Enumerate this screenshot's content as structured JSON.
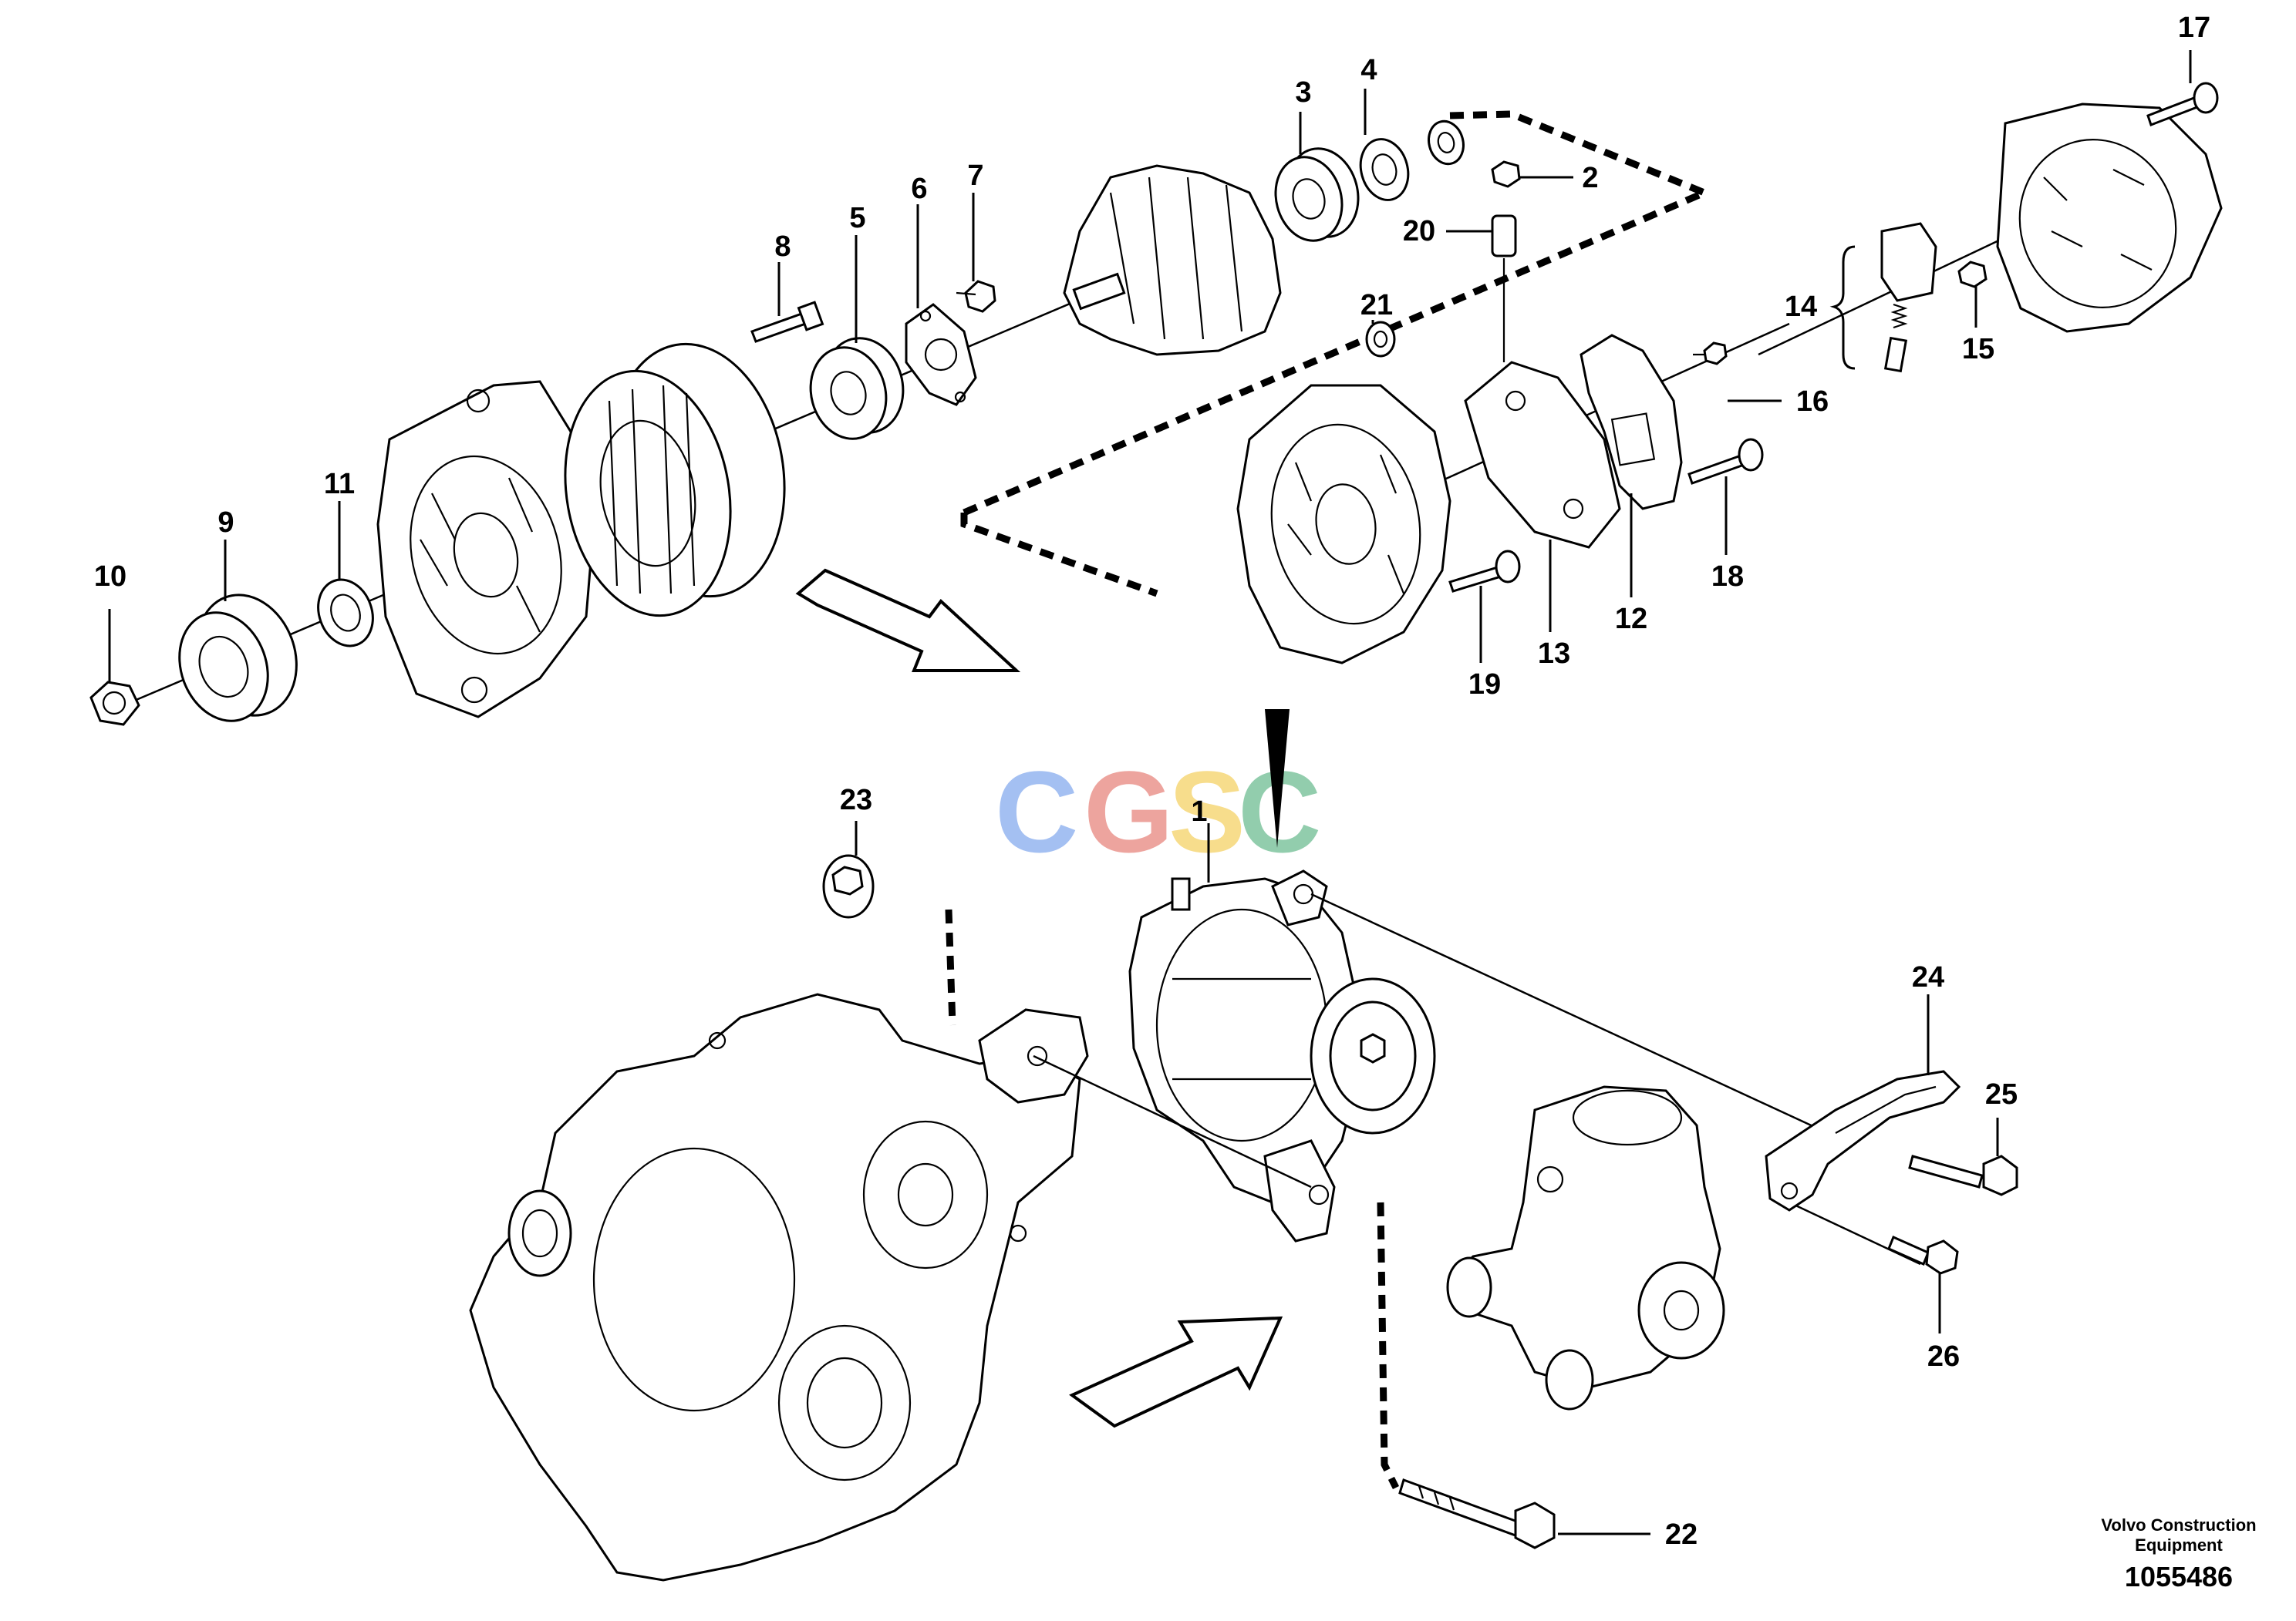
{
  "watermark": {
    "letters": [
      "C",
      "G",
      "S",
      "C"
    ],
    "colors": [
      "#5b8de8",
      "#e05a4f",
      "#f2c230",
      "#3aa66b"
    ]
  },
  "callouts": [
    "1",
    "2",
    "3",
    "4",
    "5",
    "6",
    "7",
    "8",
    "9",
    "10",
    "11",
    "12",
    "13",
    "14",
    "15",
    "16",
    "17",
    "18",
    "19",
    "20",
    "21",
    "22",
    "23",
    "24",
    "25",
    "26"
  ],
  "footer": {
    "company_line1": "Volvo Construction",
    "company_line2": "Equipment",
    "drawing_number": "1055486"
  }
}
